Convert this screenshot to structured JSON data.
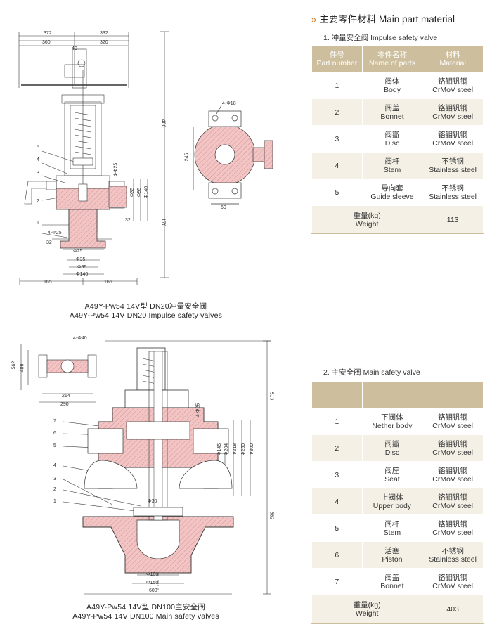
{
  "heading": {
    "arrows": "»",
    "text": "主要零件材料  Main part material"
  },
  "impulse": {
    "subtitle": "1. 冲量安全阀  Impulse safety valve",
    "headers": {
      "part_no_cn": "件号",
      "part_no_en": "Part number",
      "name_cn": "零件名称",
      "name_en": "Name of parts",
      "material_cn": "材料",
      "material_en": "Material"
    },
    "rows": [
      {
        "no": "1",
        "name_cn": "阀体",
        "name_en": "Body",
        "mat_cn": "铬钼钒钢",
        "mat_en": "CrMoV steel"
      },
      {
        "no": "2",
        "name_cn": "阀盖",
        "name_en": "Bonnet",
        "mat_cn": "铬钼钒钢",
        "mat_en": "CrMoV steel"
      },
      {
        "no": "3",
        "name_cn": "阀瓣",
        "name_en": "Disc",
        "mat_cn": "铬钼钒钢",
        "mat_en": "CrMoV steel"
      },
      {
        "no": "4",
        "name_cn": "阀杆",
        "name_en": "Stem",
        "mat_cn": "不锈钢",
        "mat_en": "Stainless steel"
      },
      {
        "no": "5",
        "name_cn": "导向套",
        "name_en": "Guide sleeve",
        "mat_cn": "不锈钢",
        "mat_en": "Stainless steel"
      }
    ],
    "weight": {
      "label_cn": "重量(kg)",
      "label_en": "Weight",
      "value": "113"
    }
  },
  "main": {
    "subtitle": "2. 主安全阀  Main safety valve",
    "rows": [
      {
        "no": "1",
        "name_cn": "下阀体",
        "name_en": "Nether body",
        "mat_cn": "铬钼钒钢",
        "mat_en": "CrMoV steel"
      },
      {
        "no": "2",
        "name_cn": "阀瓣",
        "name_en": "Disc",
        "mat_cn": "铬钼钒钢",
        "mat_en": "CrMoV steel"
      },
      {
        "no": "3",
        "name_cn": "阀座",
        "name_en": "Seat",
        "mat_cn": "铬钼钒钢",
        "mat_en": "CrMoV steel"
      },
      {
        "no": "4",
        "name_cn": "上阀体",
        "name_en": "Upper body",
        "mat_cn": "铬钼钒钢",
        "mat_en": "CrMoV steel"
      },
      {
        "no": "5",
        "name_cn": "阀杆",
        "name_en": "Stem",
        "mat_cn": "铬钼钒钢",
        "mat_en": "CrMoV steel"
      },
      {
        "no": "6",
        "name_cn": "活塞",
        "name_en": "Piston",
        "mat_cn": "不锈钢",
        "mat_en": "Stainless steel"
      },
      {
        "no": "7",
        "name_cn": "阀盖",
        "name_en": "Bonnet",
        "mat_cn": "铬钼钒钢",
        "mat_en": "CrMoV steel"
      }
    ],
    "weight": {
      "label_cn": "重量(kg)",
      "label_en": "Weight",
      "value": "403"
    }
  },
  "drawing1": {
    "caption_cn": "A49Y-Pw54 14V型  DN20冲量安全阀",
    "caption_en": "A49Y-Pw54 14V  DN20 Impulse safety valves",
    "dims": {
      "d372": "372",
      "d332": "332",
      "d360": "360",
      "d320": "320",
      "d40": "40",
      "d486": "486",
      "d176": "176",
      "d165a": "165",
      "d165b": "165",
      "phi25": "Φ25",
      "phi35": "Φ35",
      "phi95": "Φ95",
      "phi140": "Φ140",
      "d4phi25": "4-Φ25",
      "d4phi25b": "4-Φ25",
      "d32a": "32",
      "d32b": "32",
      "phi95v": "Φ95",
      "phi140v": "Φ140",
      "phi35v": "Φ35",
      "d4phi18": "4-Φ18",
      "d245": "245",
      "d60": "60"
    },
    "callouts": [
      "5",
      "4",
      "3",
      "2",
      "1"
    ]
  },
  "drawing2": {
    "caption_cn": "A49Y-Pw54 14V型  DN100主安全阀",
    "caption_en": "A49Y-Pw54 14V  DN100 Main safety valves",
    "dims": {
      "d4phi40": "4-Φ40",
      "d562": "562",
      "d486": "486",
      "d214": "214",
      "d290": "290",
      "d513": "513",
      "d582": "582",
      "d4phi25": "4-Φ25",
      "phi145": "Φ145",
      "phi204": "Φ204",
      "phi218": "Φ218",
      "phi250": "Φ250",
      "phi300": "Φ300",
      "phi100": "Φ100",
      "phi150": "Φ150",
      "d600": "600",
      "d930": "Φ30"
    },
    "callouts": [
      "7",
      "6",
      "5",
      "4",
      "3",
      "2",
      "1"
    ]
  },
  "colors": {
    "accent": "#c8741e",
    "table_header": "#cdbf9e",
    "row_alt": "#f4f0e6",
    "section": "#e8a0a0"
  }
}
